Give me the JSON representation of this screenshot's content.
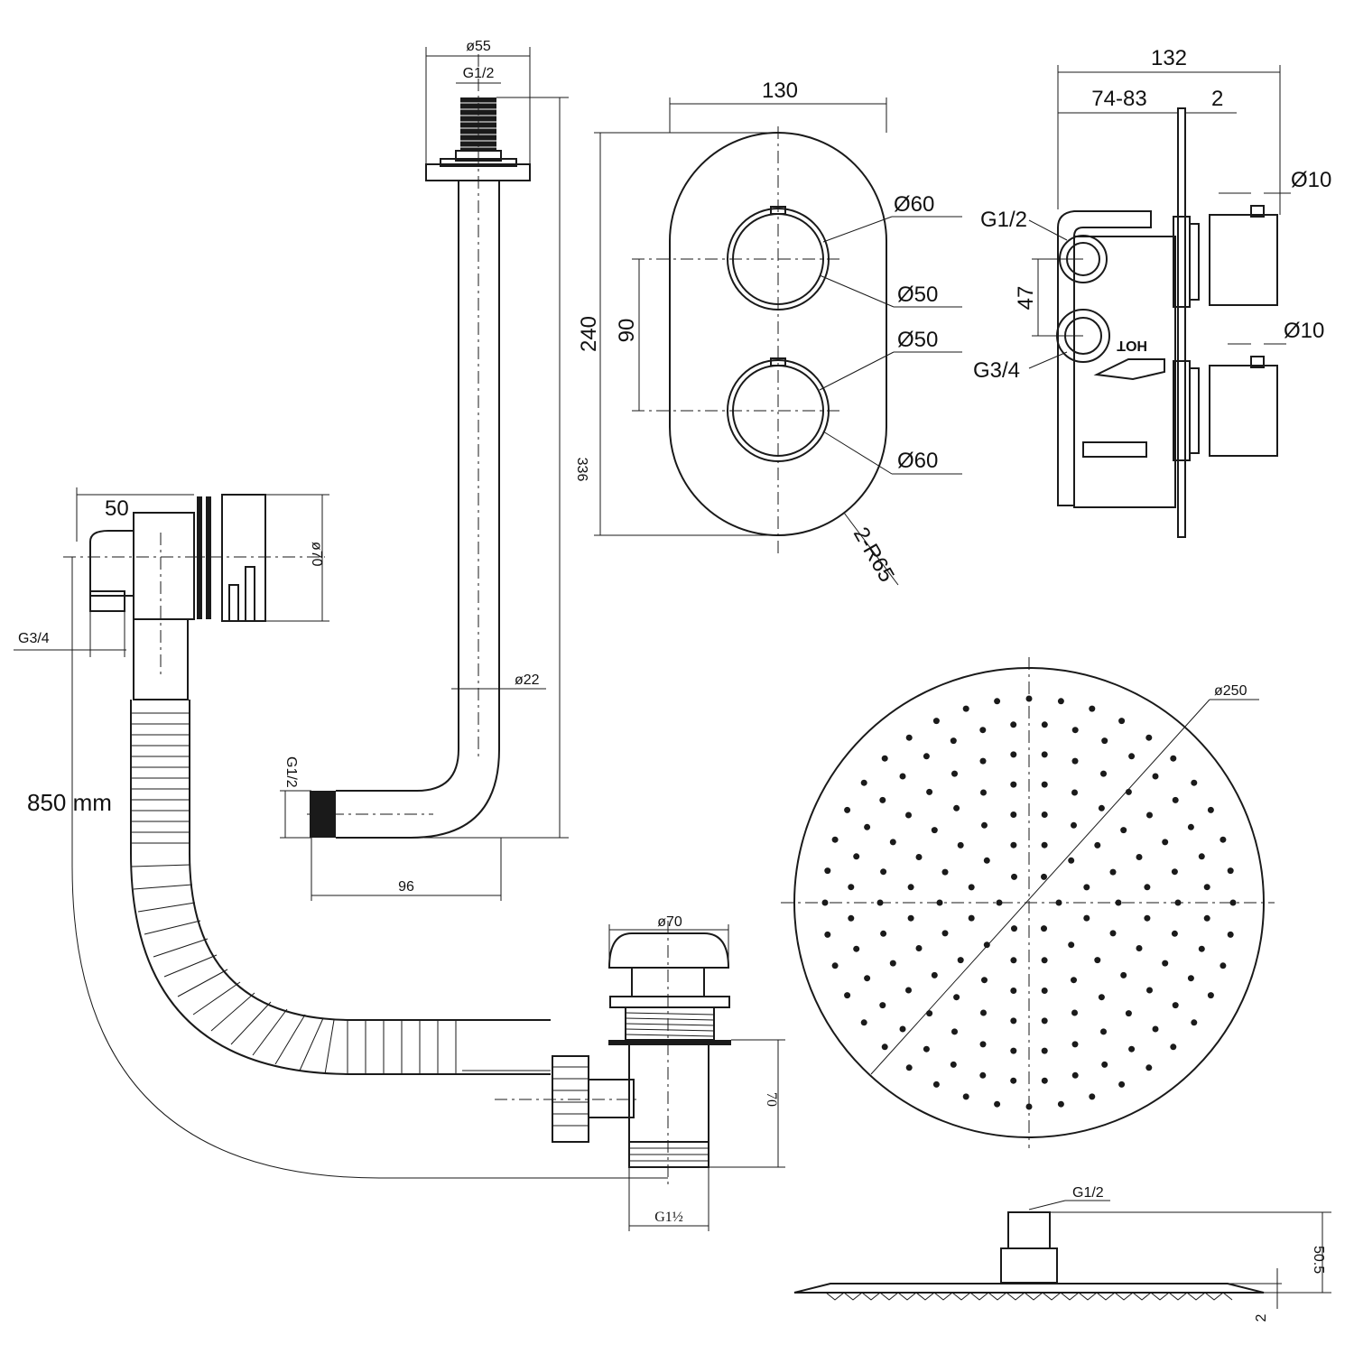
{
  "labels": {
    "arm_flange_dia": "ø55",
    "arm_top_thread": "G1/2",
    "arm_height": "336",
    "arm_tube_dia": "ø22",
    "arm_outlet_thread": "G1/2",
    "arm_reach": "96",
    "plate_width": "130",
    "plate_height": "240",
    "plate_spacing": "90",
    "knob_top_outer": "Ø60",
    "knob_top_inner": "Ø50",
    "knob_bottom_inner": "Ø50",
    "knob_bottom_outer": "Ø60",
    "plate_radius": "2-R65",
    "valve_depth": "132",
    "valve_adjust": "74-83",
    "valve_plate": "2",
    "valve_spindle_top": "Ø10",
    "valve_spindle_bottom": "Ø10",
    "valve_inlet_top": "G1/2",
    "valve_inlet_bottom": "G3/4",
    "valve_port_spacing": "47",
    "valve_hot_mark": "HOT",
    "filler_length": "50",
    "filler_dia": "ø70",
    "filler_thread": "G3/4",
    "hose_length": "850 mm",
    "waste_top_dia": "ø70",
    "waste_height": "70",
    "waste_thread": "G1½",
    "head_dia": "ø250",
    "head_thread": "G1/2",
    "head_height": "50.5",
    "head_thickness": "2"
  }
}
